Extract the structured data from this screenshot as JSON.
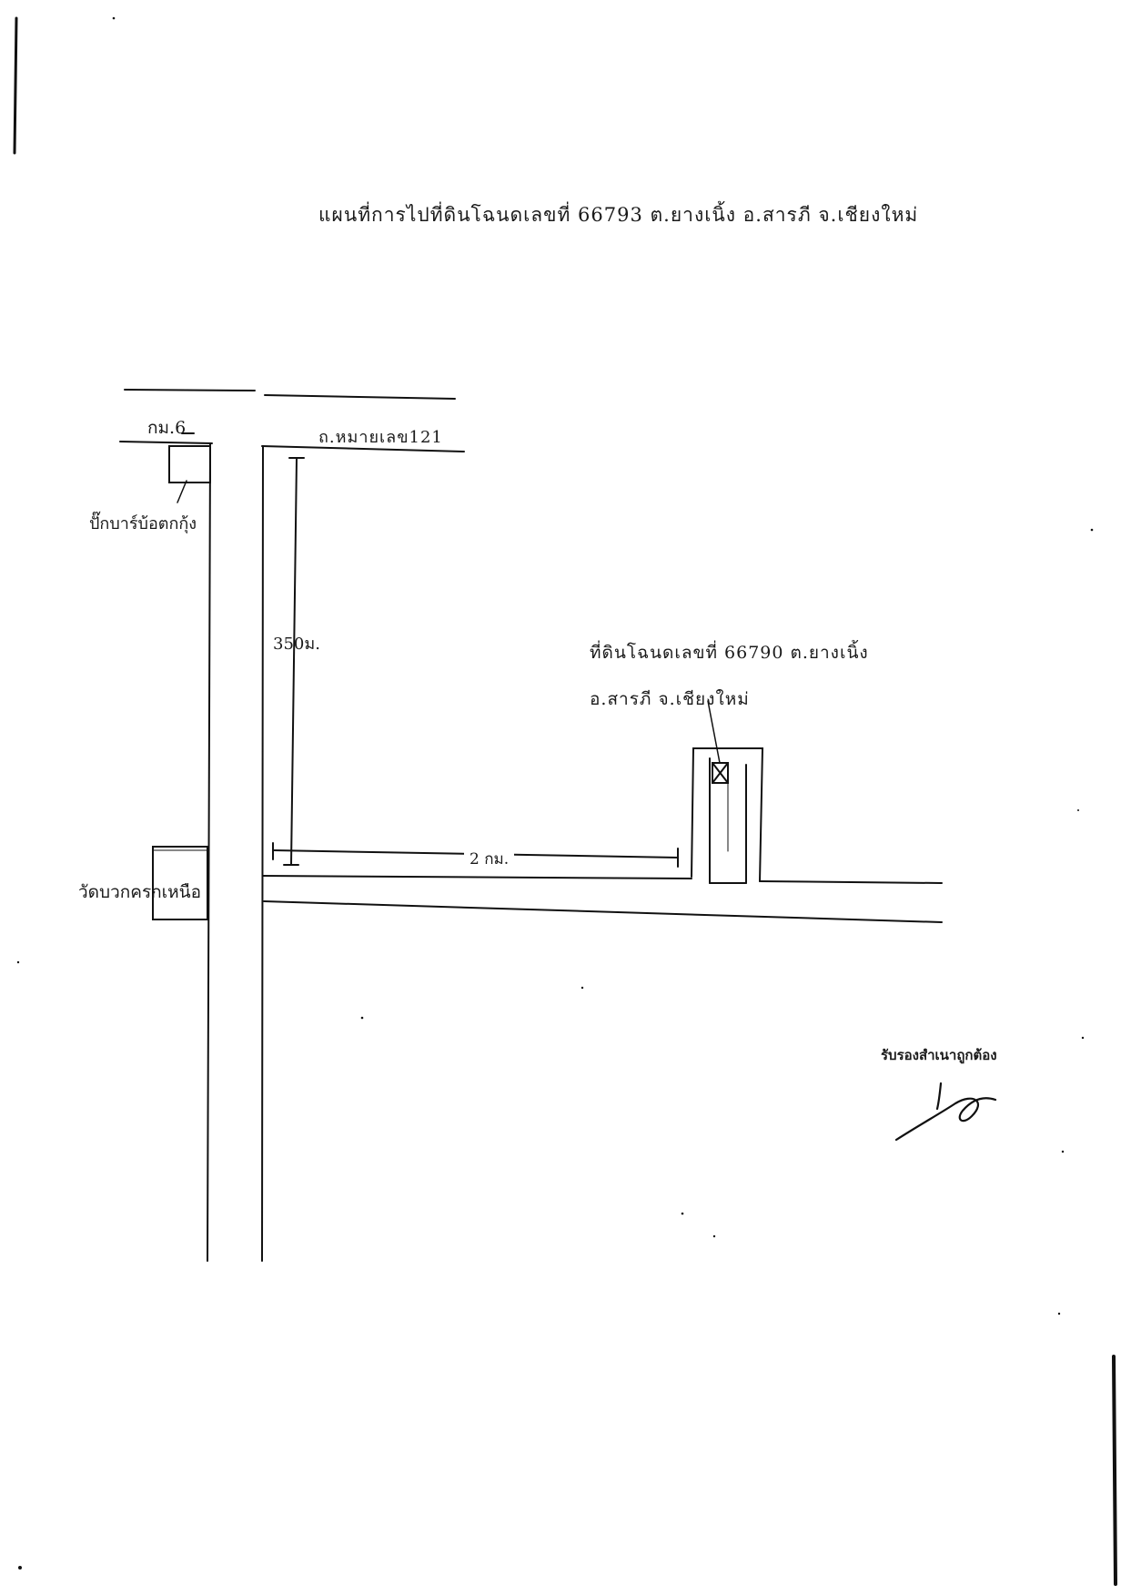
{
  "map": {
    "title": "แผนที่การไปที่ดินโฉนดเลขที่ 66793 ต.ยางเนิ้ง อ.สารภี จ.เชียงใหม่",
    "labels": {
      "km_marker": "กม.6",
      "highway": "ถ.หมายเลข121",
      "shop": "ปั๊กบาร์บ้อตกกุ้ง",
      "distance_vertical": "350ม.",
      "parcel_line1": "ที่ดินโฉนดเลขที่ 66790 ต.ยางเนิ้ง",
      "parcel_line2": "อ.สารภี จ.เชียงใหม่",
      "distance_horizontal": "2 กม.",
      "temple": "วัดบวกครกเหนือ"
    },
    "certification": {
      "text": "รับรองสำเนาถูกต้อง",
      "signature": "handwritten signature"
    },
    "colors": {
      "ink": "#111111",
      "paper": "#ffffff"
    }
  }
}
